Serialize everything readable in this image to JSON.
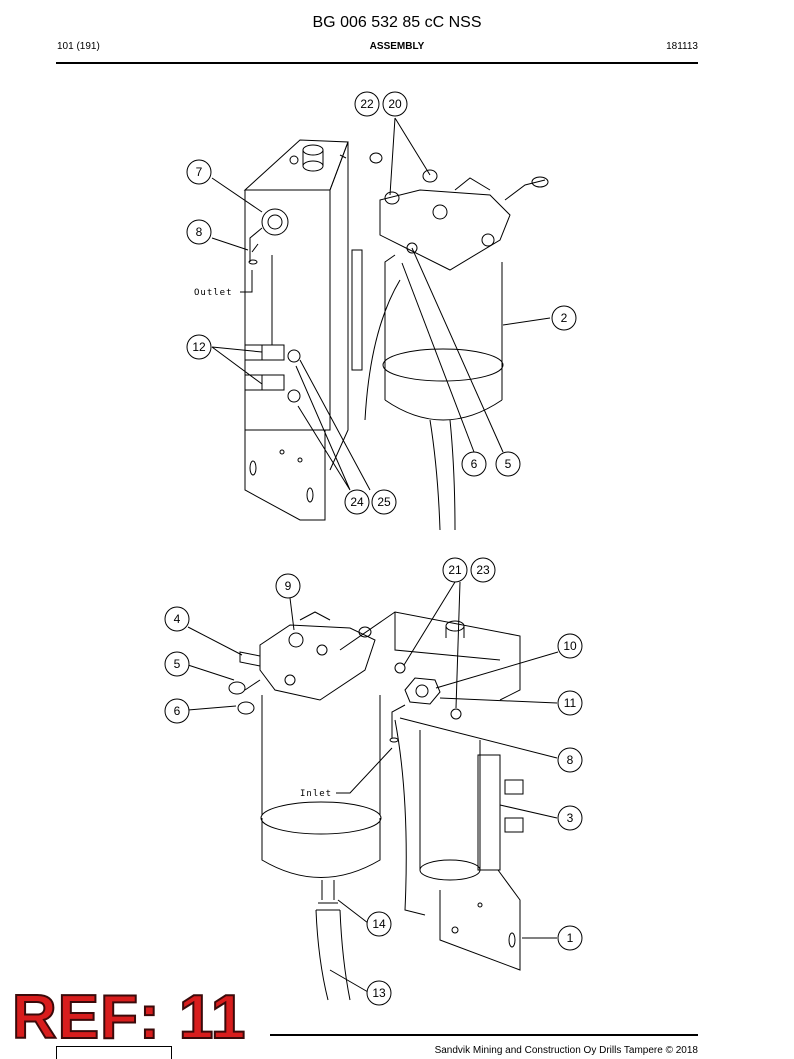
{
  "header": {
    "doc_title": "BG 006 532 85 cC NSS",
    "page_number": "101 (191)",
    "section": "ASSEMBLY",
    "date_code": "181113"
  },
  "upper_view": {
    "callouts": [
      "22",
      "20",
      "7",
      "8",
      "2",
      "12",
      "6",
      "5",
      "24",
      "25"
    ],
    "labels": {
      "outlet": "Outlet"
    }
  },
  "lower_view": {
    "callouts": [
      "21",
      "23",
      "9",
      "4",
      "10",
      "5",
      "11",
      "6",
      "8",
      "3",
      "14",
      "1",
      "13"
    ],
    "labels": {
      "inlet": "Inlet"
    }
  },
  "stamp": {
    "text": "REF: 11",
    "color": "#d81d1d"
  },
  "footer": {
    "copyright": "Sandvik Mining and Construction Oy Drills Tampere © 2018"
  }
}
